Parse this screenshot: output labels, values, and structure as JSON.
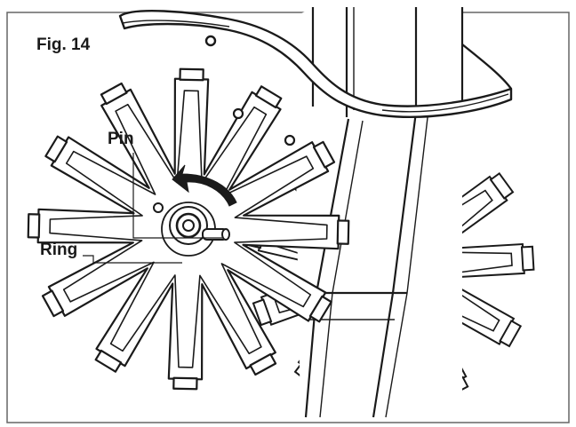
{
  "figure": {
    "title": "Fig. 14",
    "labels": {
      "pin": "Pin",
      "ring": "Ring"
    }
  },
  "colors": {
    "line": "#1a1a1a",
    "frame": "#666666",
    "background": "#ffffff"
  }
}
